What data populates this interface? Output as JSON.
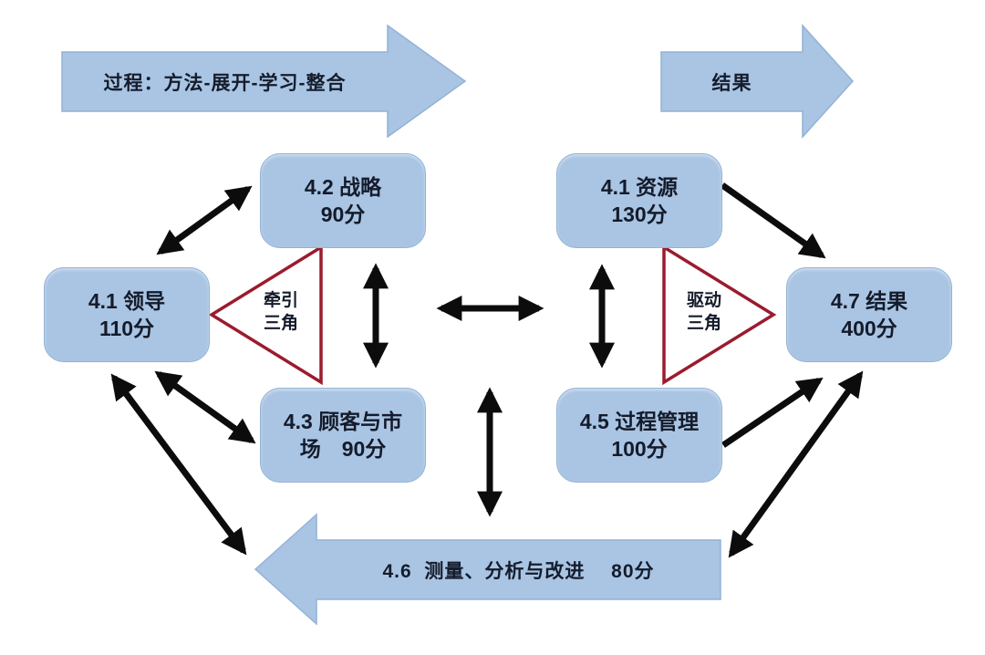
{
  "top_arrows": {
    "process_label": "过程：方法-展开-学习-整合",
    "result_label": "结果"
  },
  "boxes": {
    "strategy": {
      "line1": "4.2 战略",
      "line2": "90分"
    },
    "resources": {
      "line1": "4.1 资源",
      "line2": "130分"
    },
    "leadership": {
      "line1": "4.1 领导",
      "line2": "110分"
    },
    "results": {
      "line1": "4.7 结果",
      "line2": "400分"
    },
    "customers": {
      "line1": "4.3 顾客与市",
      "line2": "场　90分"
    },
    "process_mgmt": {
      "line1": "4.5 过程管理",
      "line2": "100分"
    }
  },
  "triangles": {
    "pull": {
      "line1": "牵引",
      "line2": "三角"
    },
    "drive": {
      "line1": "驱动",
      "line2": "三角"
    }
  },
  "bottom_arrow": {
    "label": "4.6  测量、分析与改进　 80分"
  },
  "colors": {
    "shape_blue": "#a9c5e3",
    "triangle_red": "#9b1b2f",
    "text_dark": "#141b2b",
    "connector_black": "#0c0c0c"
  }
}
